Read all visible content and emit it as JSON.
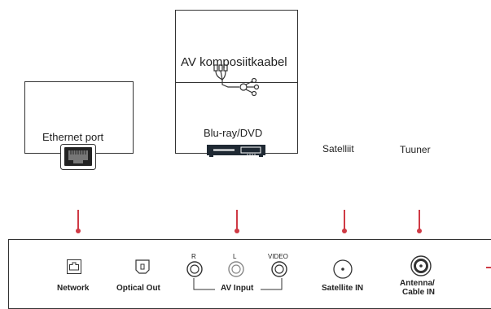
{
  "devices": {
    "ethernet": {
      "label": "Ethernet port",
      "icon": "ethernet-port-icon"
    },
    "av_cable": {
      "label": "AV komposiitkaabel",
      "icon": "composite-cable-icon"
    },
    "bluray": {
      "label": "Blu-ray/DVD",
      "icon": "bluray-player-icon"
    },
    "satellite": {
      "label": "Satelliit"
    },
    "tuner": {
      "label": "Tuuner"
    }
  },
  "panel": {
    "network": "Network",
    "optical": "Optical Out",
    "av_r": "R",
    "av_l": "L",
    "av_video": "VIDEO",
    "av_input": "AV Input",
    "satellite_in": "Satellite IN",
    "antenna_line1": "Antenna/",
    "antenna_line2": "Cable IN"
  },
  "colors": {
    "connector": "#cf3a45",
    "line": "#333333"
  }
}
